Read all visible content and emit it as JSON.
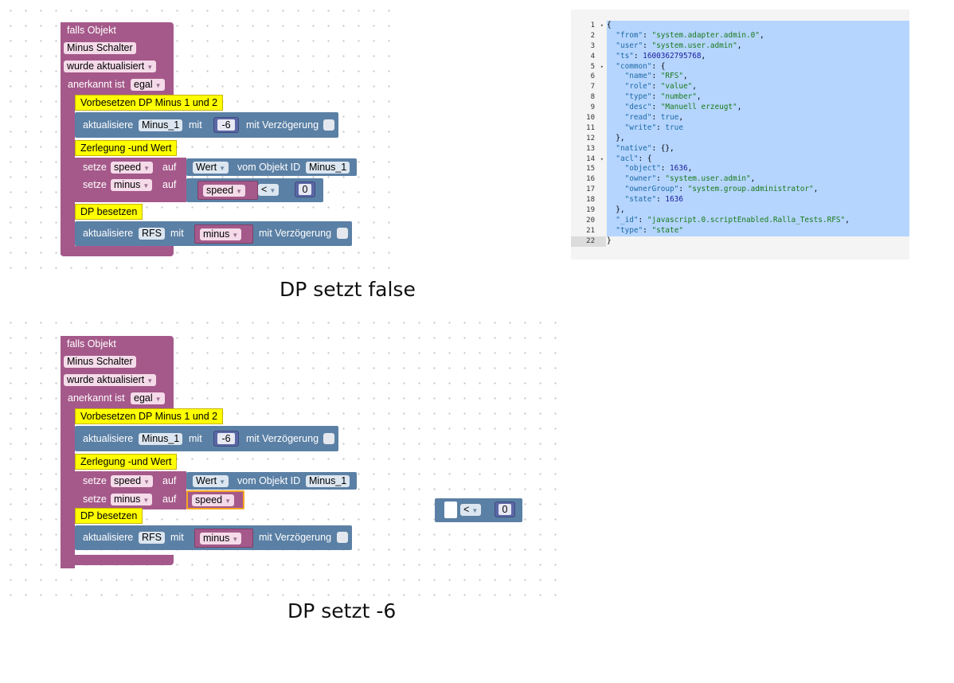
{
  "blocks_top": {
    "event_label": "falls Objekt",
    "object_name": "Minus Schalter",
    "trigger": "wurde aktualisiert",
    "ack_label": "anerkannt ist",
    "ack_value": "egal",
    "comment1": "Vorbesetzen DP Minus 1 und 2",
    "update1_label": "aktualisiere",
    "update1_target": "Minus_1",
    "update1_mit": "mit",
    "update1_value": "-6",
    "update1_delay": "mit Verzögerung",
    "comment2": "Zerlegung -und Wert",
    "set1_label": "setze",
    "set1_var": "speed",
    "set1_auf": "auf",
    "set1_prop": "Wert",
    "set1_from": "vom Objekt ID",
    "set1_object": "Minus_1",
    "set2_label": "setze",
    "set2_var": "minus",
    "set2_auf": "auf",
    "set2_compare_var": "speed",
    "set2_operator": "<",
    "set2_value": "0",
    "comment3": "DP besetzen",
    "update2_label": "aktualisiere",
    "update2_target": "RFS",
    "update2_mit": "mit",
    "update2_var": "minus",
    "update2_delay": "mit Verzögerung"
  },
  "caption_top": "DP setzt false",
  "blocks_bottom": {
    "event_label": "falls Objekt",
    "object_name": "Minus Schalter",
    "trigger": "wurde aktualisiert",
    "ack_label": "anerkannt ist",
    "ack_value": "egal",
    "comment1": "Vorbesetzen DP Minus 1 und 2",
    "update1_label": "aktualisiere",
    "update1_target": "Minus_1",
    "update1_mit": "mit",
    "update1_value": "-6",
    "update1_delay": "mit Verzögerung",
    "comment2": "Zerlegung -und Wert",
    "set1_label": "setze",
    "set1_var": "speed",
    "set1_auf": "auf",
    "set1_prop": "Wert",
    "set1_from": "vom Objekt ID",
    "set1_object": "Minus_1",
    "set2_label": "setze",
    "set2_var": "minus",
    "set2_auf": "auf",
    "set2_value_var": "speed",
    "comment3": "DP besetzen",
    "update2_label": "aktualisiere",
    "update2_target": "RFS",
    "update2_mit": "mit",
    "update2_var": "minus",
    "update2_delay": "mit Verzögerung",
    "loose_operator": "<",
    "loose_value": "0"
  },
  "caption_bottom": "DP setzt -6",
  "editor": {
    "line_numbers": [
      "1",
      "2",
      "3",
      "4",
      "5",
      "6",
      "7",
      "8",
      "9",
      "10",
      "11",
      "12",
      "13",
      "14",
      "15",
      "16",
      "17",
      "18",
      "19",
      "20",
      "21",
      "22"
    ],
    "lines": [
      "{",
      "  \"from\": \"system.adapter.admin.0\",",
      "  \"user\": \"system.user.admin\",",
      "  \"ts\": 1600362795768,",
      "  \"common\": {",
      "    \"name\": \"RFS\",",
      "    \"role\": \"value\",",
      "    \"type\": \"number\",",
      "    \"desc\": \"Manuell erzeugt\",",
      "    \"read\": true,",
      "    \"write\": true",
      "  },",
      "  \"native\": {},",
      "  \"acl\": {",
      "    \"object\": 1636,",
      "    \"owner\": \"system.user.admin\",",
      "    \"ownerGroup\": \"system.group.administrator\",",
      "    \"state\": 1636",
      "  },",
      "  \"_id\": \"javascript.0.scriptEnabled.Ralla_Tests.RFS\",",
      "  \"type\": \"state\"",
      "}"
    ],
    "fold_lines": [
      1,
      5,
      14
    ]
  },
  "colors": {
    "event_block": "#a5598a",
    "action_block": "#5b80a5",
    "math_block": "#5b67a5",
    "comment": "#ffff00",
    "selection": "#b5d5ff"
  }
}
